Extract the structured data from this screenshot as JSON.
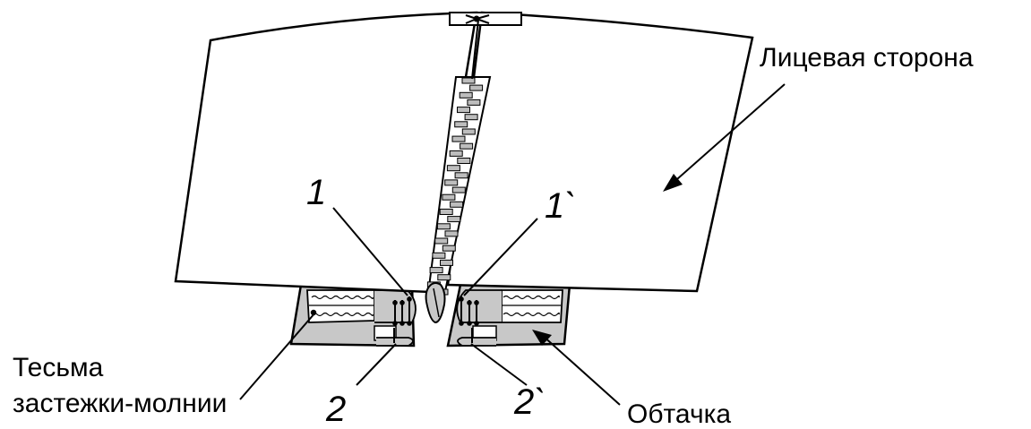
{
  "labels": {
    "face_side": "Лицевая сторона",
    "zipper_tape_line1": "Тесьма",
    "zipper_tape_line2": "застежки-молнии",
    "facing": "Обтачка"
  },
  "markers": {
    "m1": "1",
    "m1p": "1`",
    "m2": "2",
    "m2p": "2`"
  },
  "colors": {
    "stroke": "#000000",
    "facing_fill": "#c8c8c8",
    "fabric_fill": "#ffffff",
    "zipper_teeth": "#bdbdbd"
  }
}
